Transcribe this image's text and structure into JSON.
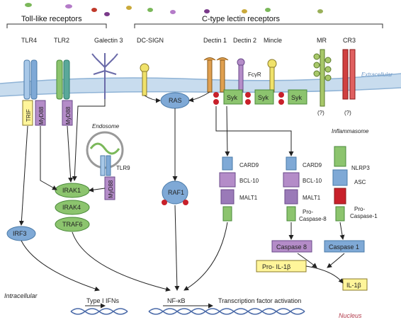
{
  "headers": {
    "tlr": "Toll-like receptors",
    "clr": "C-type lectin receptors"
  },
  "receptors": {
    "tlr4": "TLR4",
    "tlr2": "TLR2",
    "galectin3": "Galectin 3",
    "dcsign": "DC-SIGN",
    "dectin1": "Dectin 1",
    "dectin2": "Dectin 2",
    "mincle": "Mincle",
    "mr": "MR",
    "cr3": "CR3",
    "fcgr": "FcγR",
    "tlr9": "TLR9"
  },
  "regions": {
    "extracellular": "Extracellular",
    "intracellular": "Intracellular",
    "nucleus": "Nucleus",
    "endosome": "Endosome",
    "inflammasome": "Inflammasome"
  },
  "adaptors": {
    "trif": "TRIF",
    "myd88": "MyD88",
    "syk": "Syk",
    "ras": "RAS",
    "raf1": "RAF1",
    "irak1": "IRAK1",
    "irak4": "IRAK4",
    "traf6": "TRAF6",
    "irf3": "IRF3",
    "card9": "CARD9",
    "bcl10": "BCL-10",
    "malt1": "MALT1",
    "nlrp3": "NLRP3",
    "asc": "ASC",
    "procasp8_a": "Pro-",
    "procasp8_b": "Caspase-8",
    "procasp1_a": "Pro-",
    "procasp1_b": "Caspase-1",
    "caspase8": "Caspase 8",
    "caspase1": "Caspase 1",
    "pro_il1b": "Pro- IL-1β",
    "il1b": "IL-1β",
    "unknown": "(?)"
  },
  "outputs": {
    "type1ifn": "Type I IFNs",
    "nfkb": "NF-κB",
    "tf_activation": "Transcription factor activation"
  },
  "colors": {
    "membrane": "#c8dcee",
    "membrane_line": "#8fb3d6",
    "blue_box": "#7fa9d6",
    "green_box": "#8cc46e",
    "purple_box": "#b48cc8",
    "yellow_box": "#fff59a",
    "red": "#c8202a",
    "extracellular_text": "#6f9ac8",
    "nucleus_text": "#b23a4a"
  }
}
